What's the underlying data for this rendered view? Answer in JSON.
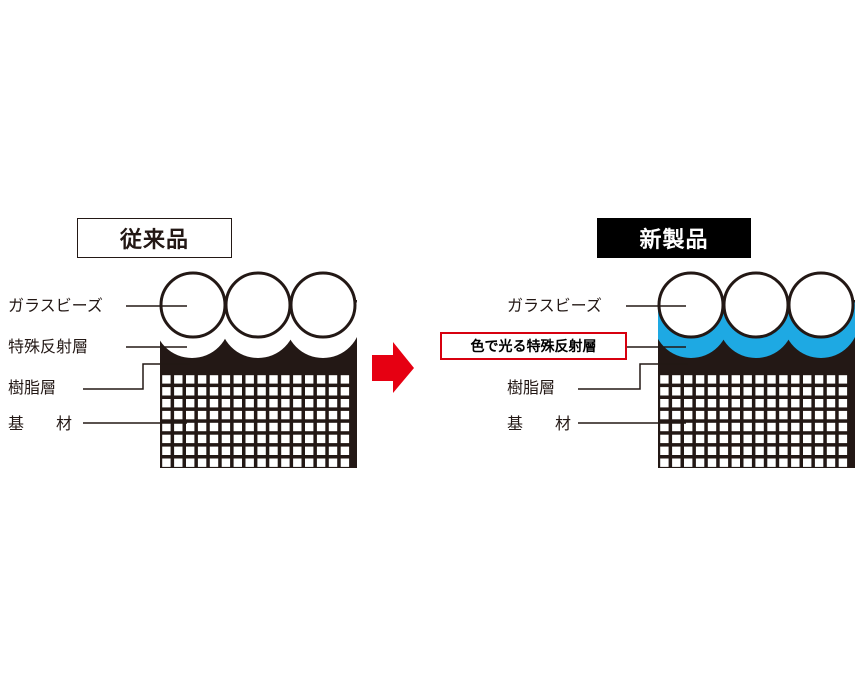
{
  "panels": {
    "old": {
      "title": "従来品",
      "labels": {
        "glass_beads": "ガラスビーズ",
        "reflective_layer": "特殊反射層",
        "resin_layer": "樹脂層",
        "substrate": "基　　材"
      },
      "reflective_color": "#ffffff"
    },
    "new": {
      "title": "新製品",
      "labels": {
        "glass_beads": "ガラスビーズ",
        "reflective_layer": "色で光る特殊反射層",
        "resin_layer": "樹脂層",
        "substrate": "基　　材"
      },
      "reflective_color": "#1ea9e3"
    }
  },
  "colors": {
    "dark": "#231815",
    "arrow": "#e60012",
    "highlight_border": "#d7000f"
  },
  "icons": {
    "arrow": "right-arrow-icon"
  }
}
